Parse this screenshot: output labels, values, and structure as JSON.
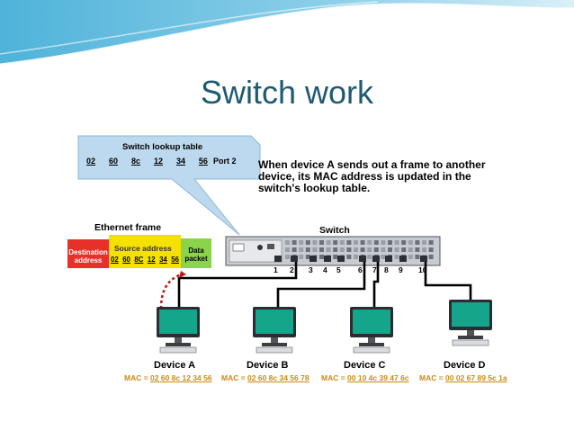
{
  "slide": {
    "title": "Switch work"
  },
  "lookup_table": {
    "title": "Switch lookup table",
    "mac_bytes": [
      "02",
      "60",
      "8c",
      "12",
      "34",
      "56"
    ],
    "port": "Port 2"
  },
  "caption": [
    "When device A sends out a frame to another",
    "device, its MAC address is updated in the",
    "switch's lookup table."
  ],
  "ethernet_frame": {
    "title": "Ethernet frame",
    "destination": [
      "Destination",
      "address"
    ],
    "source_title": "Source address",
    "source_bytes": [
      "02",
      "60",
      "8C",
      "12",
      "34",
      "56"
    ],
    "data": [
      "Data",
      "packet"
    ]
  },
  "switch": {
    "label": "Switch",
    "ports": [
      "1",
      "2",
      "3",
      "4",
      "5",
      "6",
      "7",
      "8",
      "9",
      "10"
    ]
  },
  "devices": [
    {
      "name": "Device A",
      "mac_prefix": "MAC = ",
      "mac": "02 60 8c 12 34 56"
    },
    {
      "name": "Device B",
      "mac_prefix": "MAC = ",
      "mac": "02 60 8c 34 56 78"
    },
    {
      "name": "Device C",
      "mac_prefix": "MAC = ",
      "mac": "00 10 4c 39 47 6c"
    },
    {
      "name": "Device D",
      "mac_prefix": "MAC = ",
      "mac": "00 02 67 89 5c 1a"
    }
  ],
  "colors": {
    "title": "#1f5a73",
    "callout": "#bcd9ef",
    "dest": "#e8302a",
    "source": "#f5e100",
    "data": "#8bd34a",
    "mac": "#c98a1c",
    "cable": "#000000",
    "arrow": "#c01515"
  }
}
